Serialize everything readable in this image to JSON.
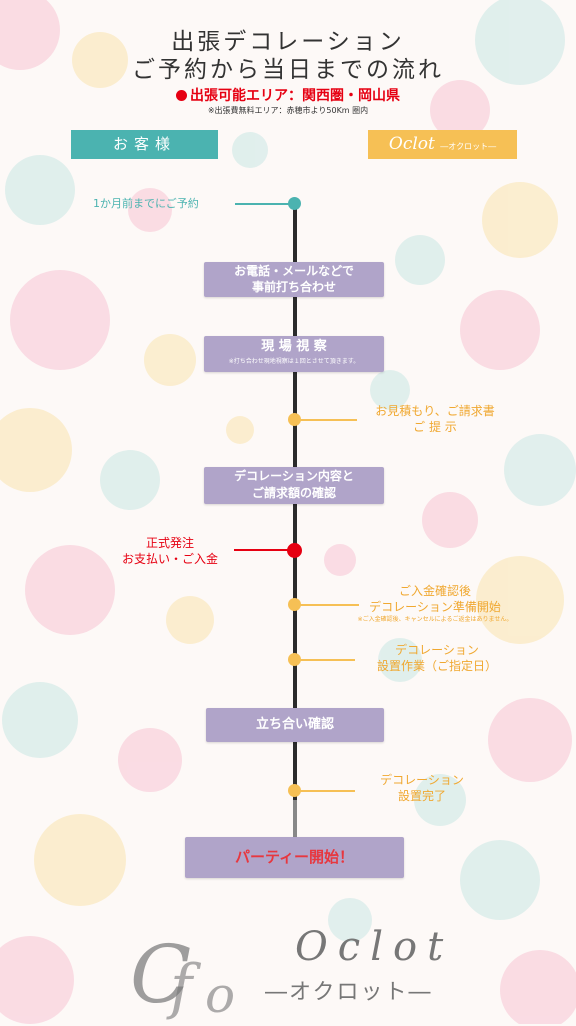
{
  "header": {
    "title_line1": "出張デコレーション",
    "title_line2": "ご予約から当日までの流れ",
    "service_area": "出張可能エリア：関西圏・岡山県",
    "free_area_note": "※出張費無料エリア：赤穂市より50Km 圏内"
  },
  "columns": {
    "customer": "お客様",
    "company": "Oclot",
    "company_kana": "―オクロット―"
  },
  "steps": {
    "reserve": "1か月前までにご予約",
    "meeting_line1": "お電話・メールなどで",
    "meeting_line2": "事前打ち合わせ",
    "survey": "現 場 視 察",
    "survey_note": "※打ち合わせ現地視察は１回とさせて頂きます。",
    "estimate_line1": "お見積もり、ご請求書",
    "estimate_line2": "ご 提 示",
    "confirm_line1": "デコレーション内容と",
    "confirm_line2": "ご請求額の確認",
    "order_line1": "正式発注",
    "order_line2": "お支払い・ご入金",
    "prep_line1": "ご入金確認後",
    "prep_line2": "デコレーション準備開始",
    "prep_note": "※ご入金確認後、キャンセルによるご返金はありません。",
    "install_line1": "デコレーション",
    "install_line2": "設置作業（ご指定日）",
    "witness": "立ち合い確認",
    "complete_line1": "デコレーション",
    "complete_line2": "設置完了",
    "party": "パーティー開始！"
  },
  "colors": {
    "teal": "#4bb3b0",
    "orange": "#f0a830",
    "red": "#e60012",
    "lavender": "#b0a4c9"
  },
  "logo": {
    "text": "Oclot",
    "kana": "―オクロット―"
  }
}
